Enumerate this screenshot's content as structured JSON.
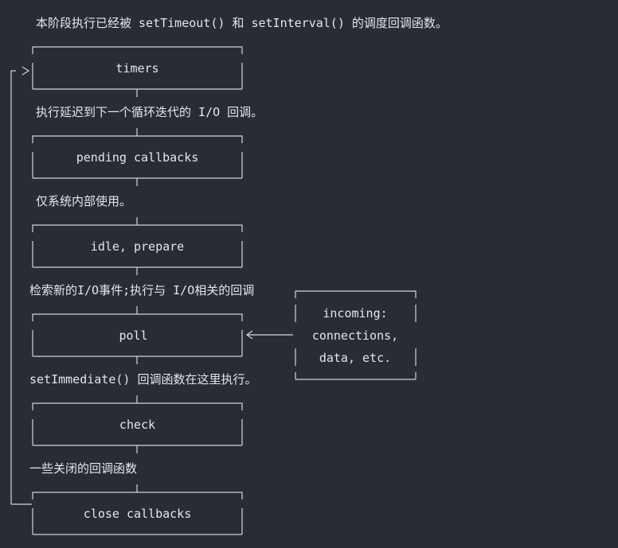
{
  "annotations": {
    "timers": "本阶段执行已经被 setTimeout() 和 setInterval() 的调度回调函数。",
    "pending": "执行延迟到下一个循环迭代的 I/O 回调。",
    "idle": "仅系统内部使用。",
    "poll": "检索新的I/O事件;执行与 I/O相关的回调",
    "check": "setImmediate() 回调函数在这里执行。",
    "close": "一些关闭的回调函数"
  },
  "phases": {
    "timers": "timers",
    "pending": "pending callbacks",
    "idle": "idle, prepare",
    "poll": "poll",
    "check": "check",
    "close": "close callbacks"
  },
  "incoming": {
    "line1": "incoming:",
    "line2": "connections,",
    "line3": "data, etc."
  },
  "colors": {
    "background": "#282c34",
    "text": "#e6e6e6",
    "line": "#d4d4d4"
  }
}
